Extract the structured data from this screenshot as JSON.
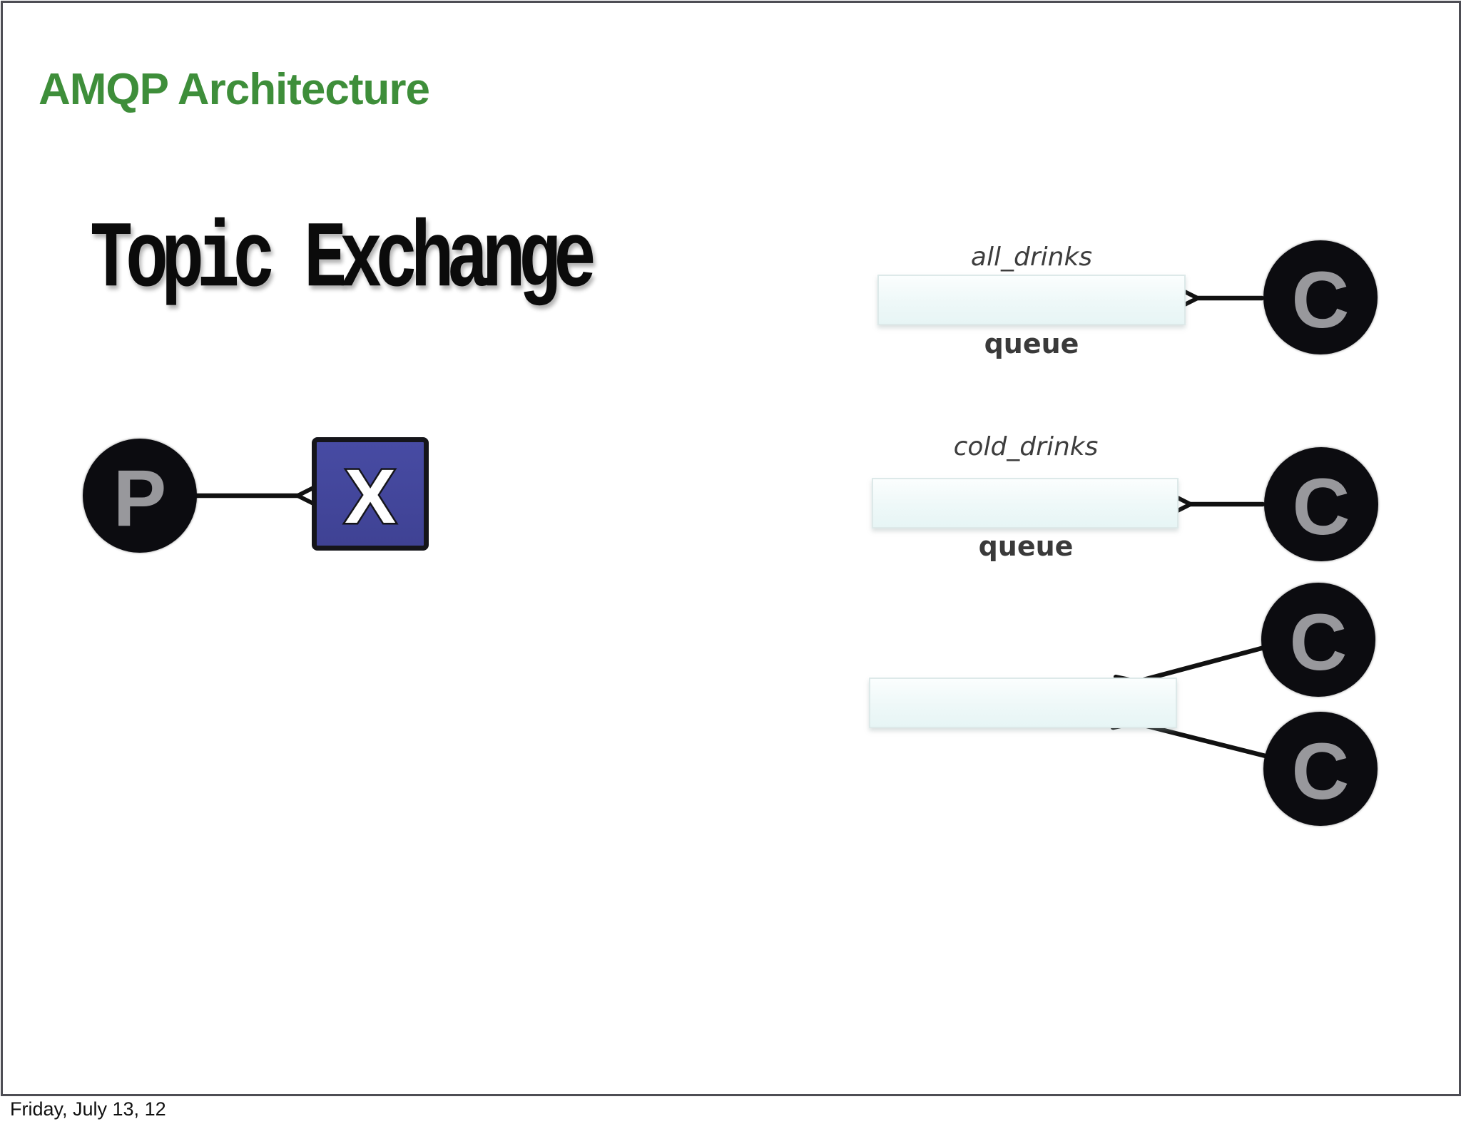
{
  "slide": {
    "title": "AMQP Architecture",
    "heading": "Topic Exchange",
    "footer": "Friday, July 13, 12"
  },
  "diagram": {
    "producer": {
      "label": "P"
    },
    "exchange": {
      "label": "X"
    },
    "queues": [
      {
        "name": "all_drinks",
        "caption": "queue",
        "consumers": [
          "C"
        ]
      },
      {
        "name": "cold_drinks",
        "caption": "queue",
        "consumers": [
          "C"
        ]
      },
      {
        "consumers": [
          "C",
          "C"
        ]
      }
    ]
  },
  "colors": {
    "title_green": "#3e8e3a",
    "exchange_fill": "#43479c",
    "node_fill": "#0c0c10",
    "node_letter_gray": "#98989c",
    "queue_fill_top": "#fbfefe",
    "queue_fill_bottom": "#e7f5f5",
    "frame_border": "#4d4d54",
    "arrow": "#111111"
  }
}
